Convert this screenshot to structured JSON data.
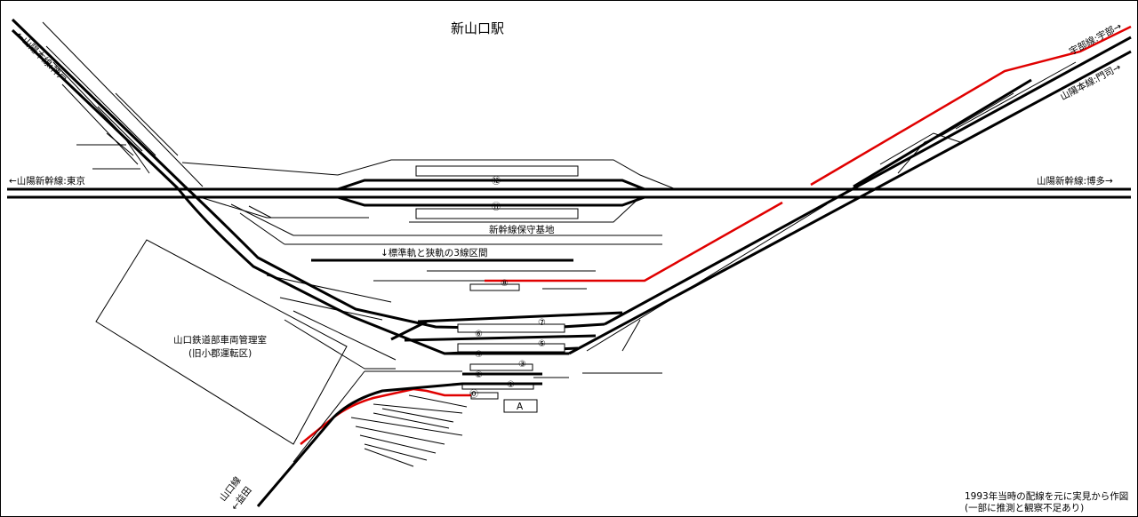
{
  "title": "新山口駅",
  "line_labels": {
    "sanyo_kobe": "←山陽本線:神戸",
    "ube": "宇部線:宇部→",
    "sanyo_moji": "山陽本線:門司→",
    "shinkansen_tokyo": "←山陽新幹線:東京",
    "shinkansen_hakata": "山陽新幹線:博多→",
    "yamaguchi": "山口線",
    "yamaguchi_dest": "←益田"
  },
  "facilities": {
    "depot": "新幹線保守基地",
    "three_rail": "↓標準軌と狭軌の3線区間",
    "office_line1": "山口鉄道部車両管理室",
    "office_line2": "(旧小郡運転区)",
    "platform_a": "A"
  },
  "track_numbers": [
    "⑫",
    "⑪",
    "⑧",
    "⑦",
    "⑥",
    "⑤",
    "④",
    "③",
    "②",
    "①",
    "⓪"
  ],
  "note": {
    "line1": "1993年当時の配線を元に実見から作図",
    "line2": "(一部に推測と観察不足あり)"
  },
  "colors": {
    "track": "#000000",
    "highlight": "#e00000",
    "background": "#ffffff"
  }
}
